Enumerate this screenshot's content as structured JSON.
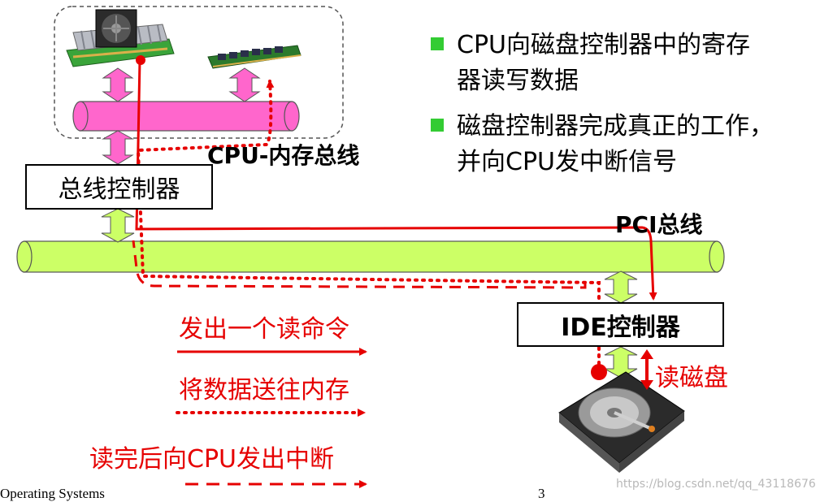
{
  "labels": {
    "cpu_mem_bus": "CPU-内存总线",
    "bus_controller": "总线控制器",
    "pci_bus": "PCI总线",
    "ide_controller": "IDE控制器",
    "read_disk": "读磁盘"
  },
  "bullets": [
    {
      "text": "CPU向磁盘控制器中的寄存器读写数据"
    },
    {
      "text": "磁盘控制器完成真正的工作，并向CPU发中断信号"
    }
  ],
  "legend": [
    {
      "label": "发出一个读命令",
      "style": "solid"
    },
    {
      "label": "将数据送往内存",
      "style": "dotted"
    },
    {
      "label": "读完后向CPU发出中断",
      "style": "dashed"
    }
  ],
  "footer": {
    "left": "Operating Systems",
    "right": "3"
  },
  "watermark": "https://blog.csdn.net/qq_43118676",
  "colors": {
    "flow": "#e60000",
    "pci_bus": "#ccff66",
    "mem_bus": "#ff66cc",
    "bullet": "#33cc33"
  },
  "icons": [
    "cpu-icon",
    "memory-module-icon",
    "hard-disk-icon"
  ]
}
